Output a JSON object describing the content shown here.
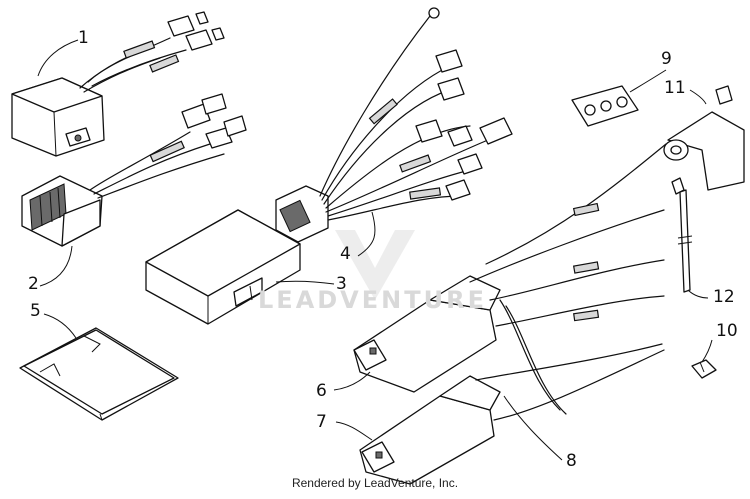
{
  "callouts": [
    {
      "id": "1",
      "label": "1"
    },
    {
      "id": "2",
      "label": "2"
    },
    {
      "id": "3",
      "label": "3"
    },
    {
      "id": "4",
      "label": "4"
    },
    {
      "id": "5",
      "label": "5"
    },
    {
      "id": "6",
      "label": "6"
    },
    {
      "id": "7",
      "label": "7"
    },
    {
      "id": "8",
      "label": "8"
    },
    {
      "id": "9",
      "label": "9"
    },
    {
      "id": "10",
      "label": "10"
    },
    {
      "id": "11",
      "label": "11"
    },
    {
      "id": "12",
      "label": "12"
    }
  ],
  "watermark": "LEADVENTURE",
  "credit": "Rendered by LeadVenture, Inc."
}
